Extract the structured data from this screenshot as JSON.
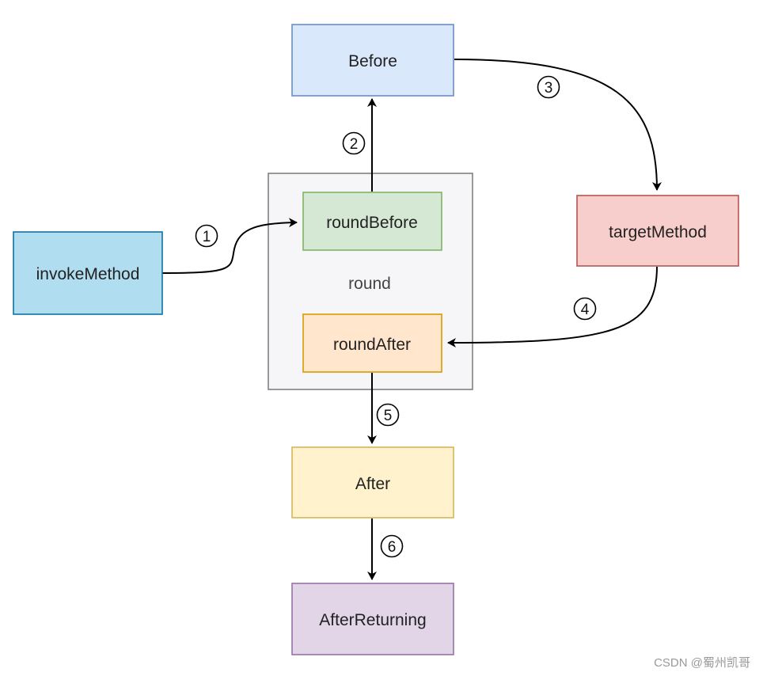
{
  "diagram": {
    "group": {
      "label": "round",
      "fill": "#f6f5f7",
      "stroke": "#808080"
    },
    "nodes": {
      "before": {
        "label": "Before",
        "fill": "#dae8fc",
        "stroke": "#6c8ebf"
      },
      "round_before": {
        "label": "roundBefore",
        "fill": "#d5e8d4",
        "stroke": "#82b366"
      },
      "invoke_method": {
        "label": "invokeMethod",
        "fill": "#b1ddf0",
        "stroke": "#10739e"
      },
      "target_method": {
        "label": "targetMethod",
        "fill": "#f8cecc",
        "stroke": "#b85450"
      },
      "round_after": {
        "label": "roundAfter",
        "fill": "#ffe6cc",
        "stroke": "#d79b00"
      },
      "after": {
        "label": "After",
        "fill": "#fff2cc",
        "stroke": "#d6b656"
      },
      "after_returning": {
        "label": "AfterReturning",
        "fill": "#e1d5e7",
        "stroke": "#9673a6"
      }
    },
    "steps": {
      "s1": "1",
      "s2": "2",
      "s3": "3",
      "s4": "4",
      "s5": "5",
      "s6": "6"
    },
    "edge_color": "#000000"
  },
  "watermark": "CSDN @蜀州凯哥"
}
